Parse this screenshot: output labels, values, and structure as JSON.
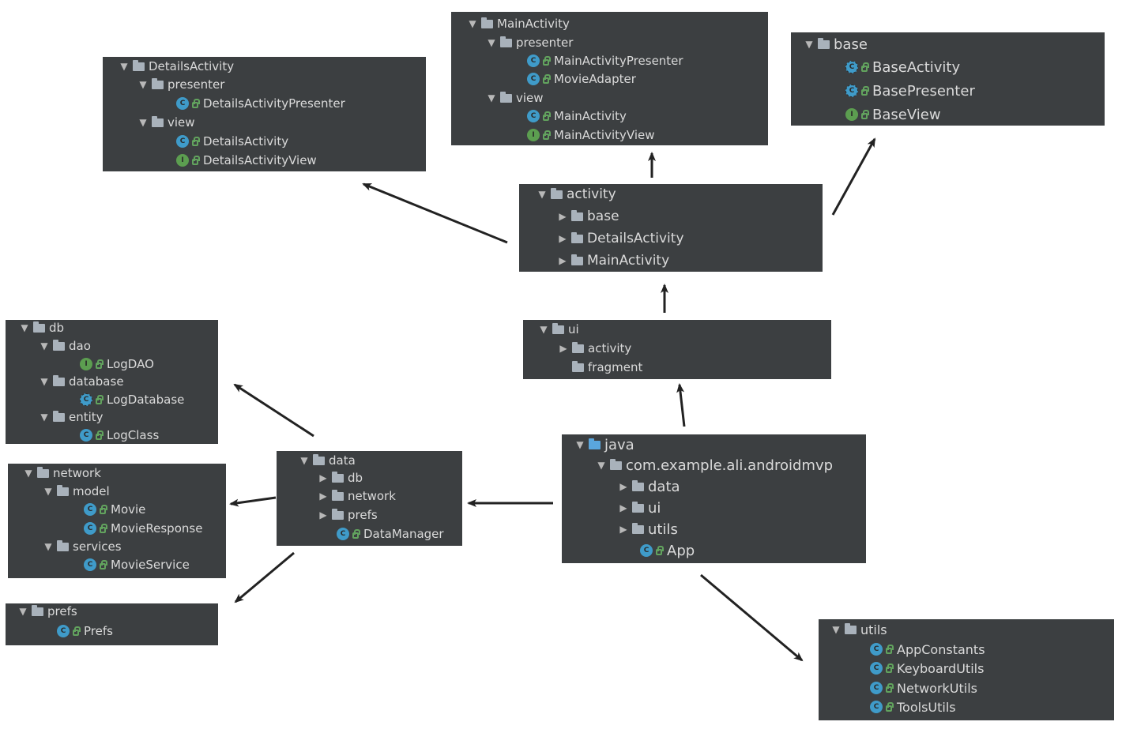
{
  "panels": {
    "details": {
      "root": "DetailsActivity",
      "presenter": "presenter",
      "presenter_class": "DetailsActivityPresenter",
      "view": "view",
      "view_class": "DetailsActivity",
      "view_interface": "DetailsActivityView"
    },
    "main": {
      "root": "MainActivity",
      "presenter": "presenter",
      "presenter_class": "MainActivityPresenter",
      "adapter_class": "MovieAdapter",
      "view": "view",
      "view_class": "MainActivity",
      "view_interface": "MainActivityView"
    },
    "base": {
      "root": "base",
      "items": [
        "BaseActivity",
        "BasePresenter",
        "BaseView"
      ]
    },
    "activity": {
      "root": "activity",
      "items": [
        "base",
        "DetailsActivity",
        "MainActivity"
      ]
    },
    "ui": {
      "root": "ui",
      "items": [
        "activity",
        "fragment"
      ]
    },
    "java": {
      "root": "java",
      "package": "com.example.ali.androidmvp",
      "items": [
        "data",
        "ui",
        "utils"
      ],
      "app": "App"
    },
    "data": {
      "root": "data",
      "items": [
        "db",
        "network",
        "prefs"
      ],
      "manager": "DataManager"
    },
    "db": {
      "root": "db",
      "dao": "dao",
      "dao_item": "LogDAO",
      "database": "database",
      "database_item": "LogDatabase",
      "entity": "entity",
      "entity_item": "LogClass"
    },
    "network": {
      "root": "network",
      "model": "model",
      "model_items": [
        "Movie",
        "MovieResponse"
      ],
      "services": "services",
      "services_item": "MovieService"
    },
    "prefs": {
      "root": "prefs",
      "item": "Prefs"
    },
    "utils": {
      "root": "utils",
      "items": [
        "AppConstants",
        "KeyboardUtils",
        "NetworkUtils",
        "ToolsUtils"
      ]
    }
  },
  "badges": {
    "class": "C",
    "interface": "I"
  },
  "icons": {
    "expanded": "triangle-down-icon",
    "collapsed": "triangle-right-icon",
    "folder": "folder-icon",
    "class_badge": "class-icon",
    "interface_badge": "interface-icon",
    "lock": "lock-icon"
  },
  "colors": {
    "panel_bg": "#3c3f41",
    "text": "#dadada",
    "class_badge": "#3f9bc9",
    "interface_badge": "#5c9e50",
    "source_folder": "#5aa6dd",
    "arrow": "#222222"
  }
}
